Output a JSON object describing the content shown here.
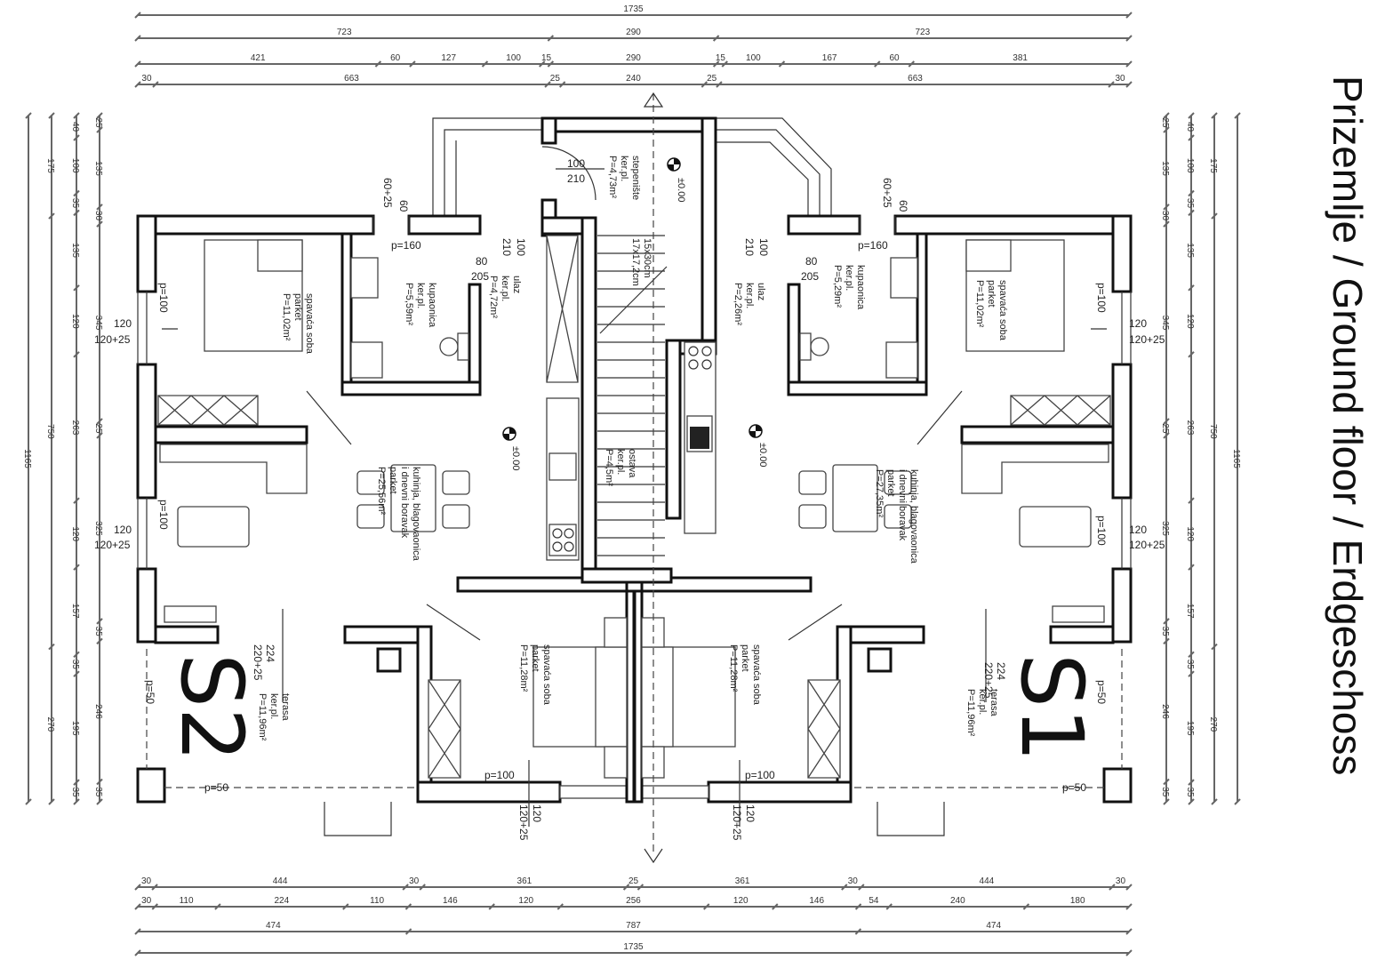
{
  "title": "Prizemlje / Ground floor / Erdgeschoss",
  "units": {
    "left": "S2",
    "right": "S1"
  },
  "dims": {
    "top": [
      [
        "1735"
      ],
      [
        "723",
        "290",
        "723"
      ],
      [
        "421",
        "60",
        "127",
        "100",
        "15",
        "290",
        "15",
        "100",
        "167",
        "60",
        "381"
      ],
      [
        "30",
        "663",
        "25",
        "240",
        "25",
        "663",
        "30"
      ]
    ],
    "bottom": [
      [
        "30",
        "444",
        "30",
        "361",
        "25",
        "361",
        "30",
        "444",
        "30"
      ],
      [
        "30",
        "110",
        "224",
        "110",
        "146",
        "120",
        "256",
        "120",
        "146",
        "54",
        "240",
        "180"
      ],
      [
        "474",
        "787",
        "474"
      ],
      [
        "1735"
      ]
    ],
    "left": [
      [
        "1165"
      ],
      [
        "175",
        "750",
        "270"
      ],
      [
        "40",
        "100",
        "35",
        "135",
        "120",
        "263",
        "120",
        "157",
        "35",
        "195",
        "35"
      ],
      [
        "25",
        "135",
        "30",
        "345",
        "25",
        "325",
        "35",
        "246",
        "35"
      ]
    ],
    "right": [
      [
        "25",
        "135",
        "30",
        "345",
        "25",
        "325",
        "35",
        "246",
        "35"
      ],
      [
        "40",
        "100",
        "35",
        "135",
        "120",
        "263",
        "120",
        "157",
        "35",
        "195",
        "35"
      ],
      [
        "175",
        "750",
        "270"
      ],
      [
        "1165"
      ]
    ]
  },
  "rooms": {
    "s2_bedroom": [
      "spavaća soba",
      "parket",
      "P=11,02m²"
    ],
    "s2_bath": [
      "kupaonica",
      "ker.pl.",
      "P=5,59m²"
    ],
    "s2_entry": [
      "ulaz",
      "ker.pl.",
      "P=4,72m²"
    ],
    "s2_living": [
      "kuhinja, blagovaonica",
      "i dnevni boravak",
      "parket",
      "P=25,56m²"
    ],
    "s2_bedroom2": [
      "spavaća soba",
      "parket",
      "P=11,28m²"
    ],
    "s2_terrace": [
      "terasa",
      "ker.pl.",
      "P=11,96m²"
    ],
    "stair": [
      "stepenište",
      "ker.pl.",
      "P=4,73m²"
    ],
    "stair_steps": [
      "15x30cm",
      "17x17,2cm"
    ],
    "storage": [
      "ostava",
      "ker.pl.",
      "P=4,5m²"
    ],
    "s1_bedroom": [
      "spavaća soba",
      "parket",
      "P=11,02m²"
    ],
    "s1_bath": [
      "kupaonica",
      "ker.pl.",
      "P=5,29m²"
    ],
    "s1_entry": [
      "ulaz",
      "ker.pl.",
      "P=2,26m²"
    ],
    "s1_living": [
      "kuhinja, blagovaonica",
      "i dnevni boravak",
      "parket",
      "P=27,35m²"
    ],
    "s1_bedroom2": [
      "spavaća soba",
      "parket",
      "P=11,28m²"
    ],
    "s1_terrace": [
      "terasa",
      "ker.pl.",
      "P=11,96m²"
    ]
  },
  "annotations": {
    "p160": "p=160",
    "p100": "p=100",
    "p50": "p=50",
    "w120": "120",
    "w120_25": "120+25",
    "w60": "60",
    "w60_25": "60+25",
    "w224": "224",
    "w220_25": "220+25",
    "d80": "80",
    "d205": "205",
    "d100": "100",
    "d210": "210",
    "level": "±0.00"
  }
}
